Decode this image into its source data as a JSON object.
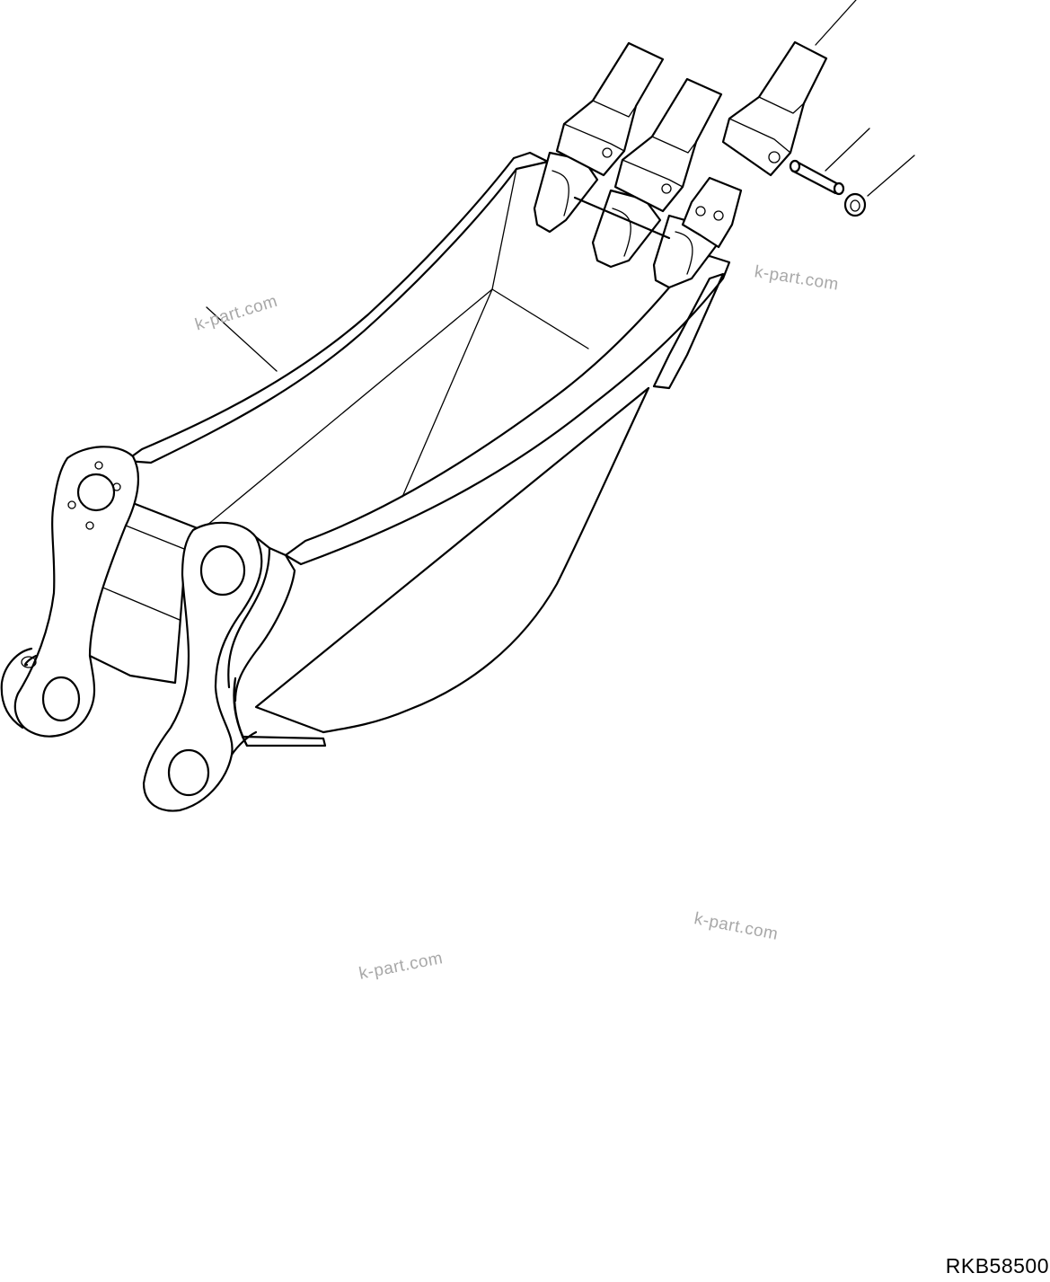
{
  "drawing_code": "RKB58500",
  "watermarks": [
    "k-part.com",
    "k-part.com",
    "k-part.com",
    "k-part.com"
  ],
  "colors": {
    "line": "#000000",
    "background": "#ffffff",
    "watermark": "#a8a8a8"
  },
  "icons": [
    "bucket-assembly",
    "tooth-point",
    "tooth-adapter",
    "lock-pin",
    "lock-ring"
  ]
}
